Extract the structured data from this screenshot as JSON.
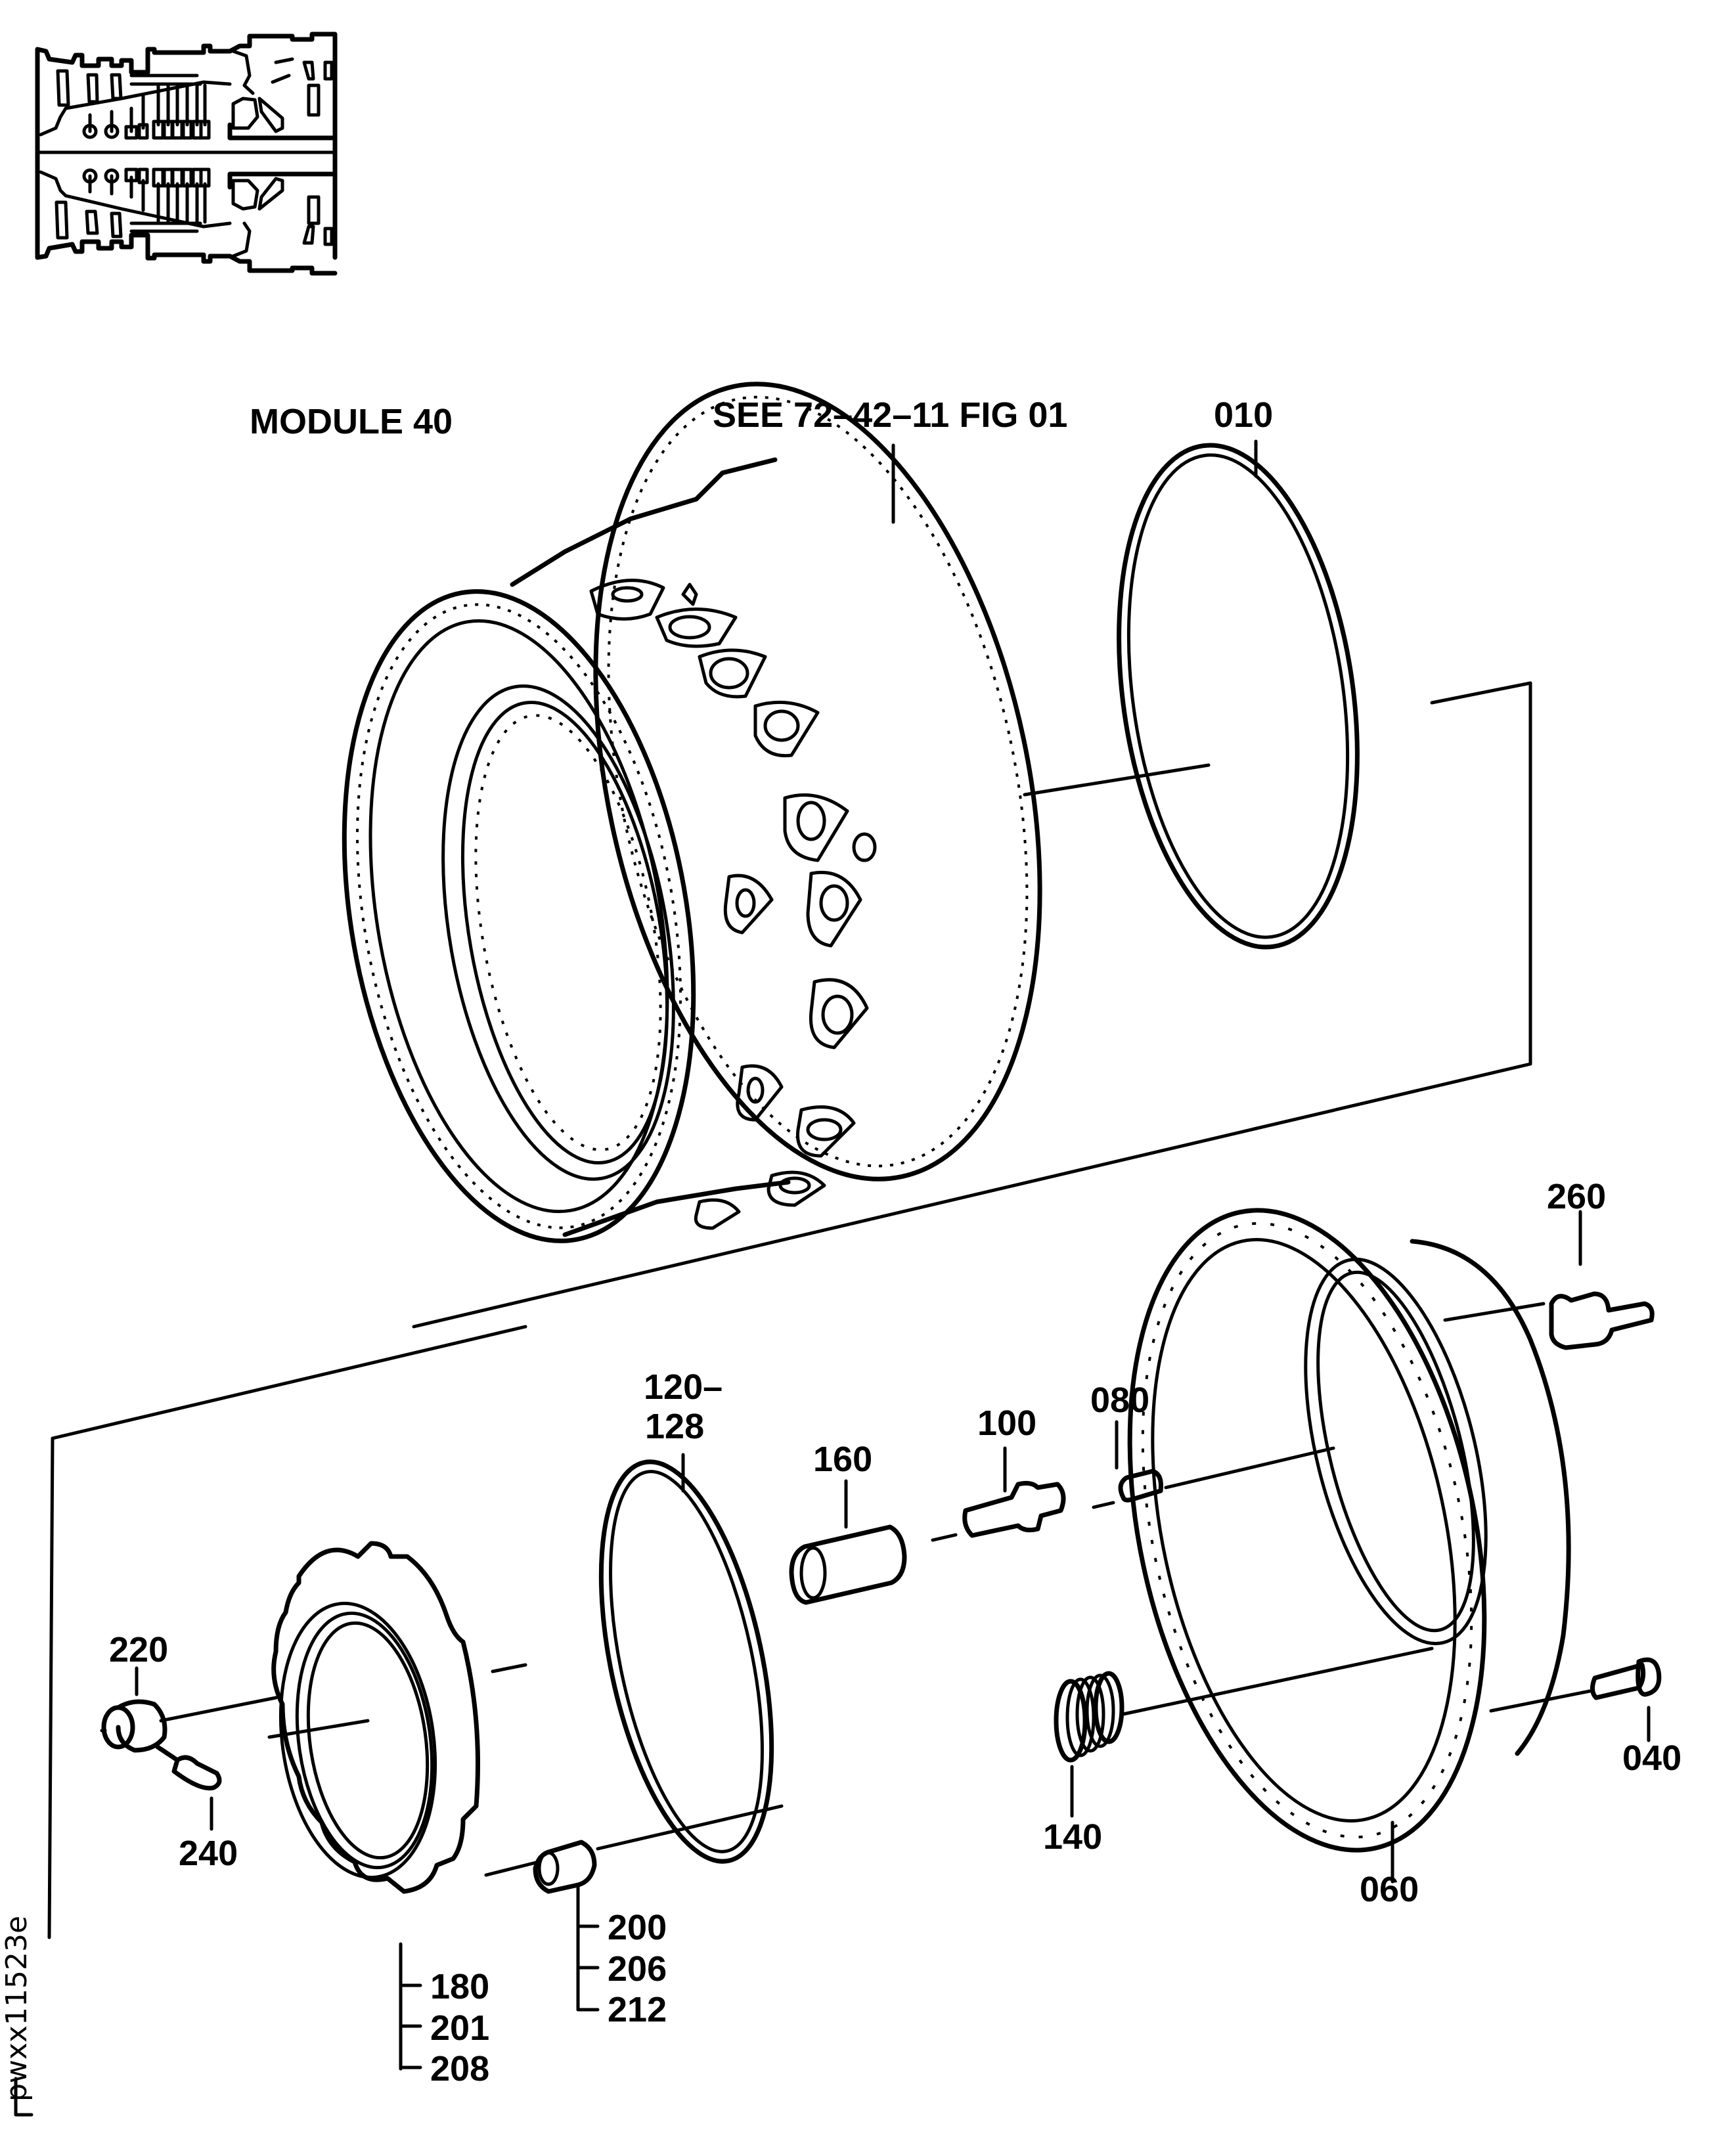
{
  "figure": {
    "inset_title": "MODULE 40",
    "reference_note": "SEE 72–42–11 FIG 01",
    "drawing_code": "pwxx11523e"
  },
  "callouts": {
    "item_010": "010",
    "item_040": "040",
    "item_060": "060",
    "item_080": "080",
    "item_100": "100",
    "item_120_top": "120–",
    "item_120_bottom": "128",
    "item_140": "140",
    "item_160": "160",
    "item_220": "220",
    "item_240": "240",
    "item_260": "260",
    "group_180": [
      "180",
      "201",
      "208"
    ],
    "group_200": [
      "200",
      "206",
      "212"
    ]
  }
}
